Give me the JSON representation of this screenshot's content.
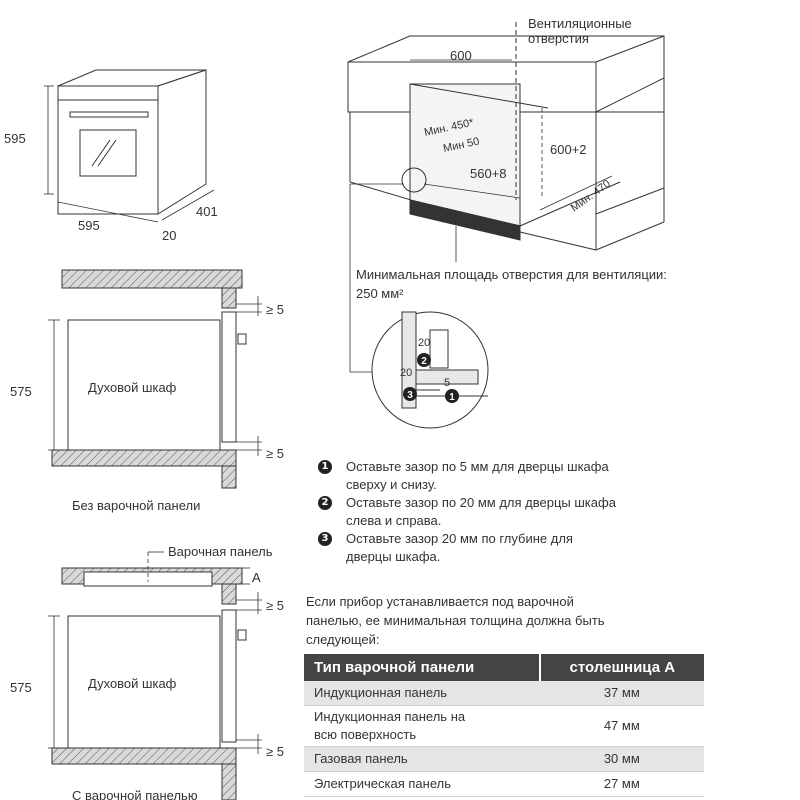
{
  "oven_3d": {
    "height": "595",
    "width": "595",
    "depth": "401",
    "door": "20"
  },
  "cabinet_3d": {
    "vent_label": "Вентиляционные\nотверстия",
    "width_600": "600",
    "min_450": "Мин. 450*",
    "min_50": "Мин 50",
    "height_600": "600+2",
    "width_560": "560+8",
    "min_470": "Мин. 470"
  },
  "vent_note": "Минимальная площадь отверстия для вентиляции:\n250 мм²",
  "detail": {
    "gap_20_top": "20",
    "gap_20_left": "20",
    "gap_5": "5",
    "markers": [
      "2",
      "3",
      "1"
    ]
  },
  "side_views": [
    {
      "height": "575",
      "oven_label": "Духовой шкаф",
      "gap_top": "≥ 5",
      "gap_bottom": "≥ 5",
      "caption": "Без варочной панели"
    },
    {
      "height": "575",
      "oven_label": "Духовой шкаф",
      "gap_top": "≥ 5",
      "gap_bottom": "≥ 5",
      "hob_label": "Варочная панель",
      "worktop_label": "A",
      "caption": "С варочной панелью"
    }
  ],
  "instructions": [
    {
      "num": "1",
      "text": "Оставьте зазор по 5 мм для дверцы шкафа\nсверху и снизу."
    },
    {
      "num": "2",
      "text": "Оставьте зазор по 20 мм для дверцы шкафа\nслева и справа."
    },
    {
      "num": "3",
      "text": "Оставьте зазор 20 мм по глубине для\nдверцы шкафа."
    }
  ],
  "hob_note": "Если прибор устанавливается под варочной\nпанелью, ее минимальная толщина должна быть\nследующей:",
  "table": {
    "headers": [
      "Тип варочной панели",
      "столешница A"
    ],
    "rows": [
      [
        "Индукционная панель",
        "37 мм"
      ],
      [
        "Индукционная панель на\nвсю поверхность",
        "47 мм"
      ],
      [
        "Газовая панель",
        "30 мм"
      ],
      [
        "Электрическая панель",
        "27 мм"
      ]
    ]
  }
}
